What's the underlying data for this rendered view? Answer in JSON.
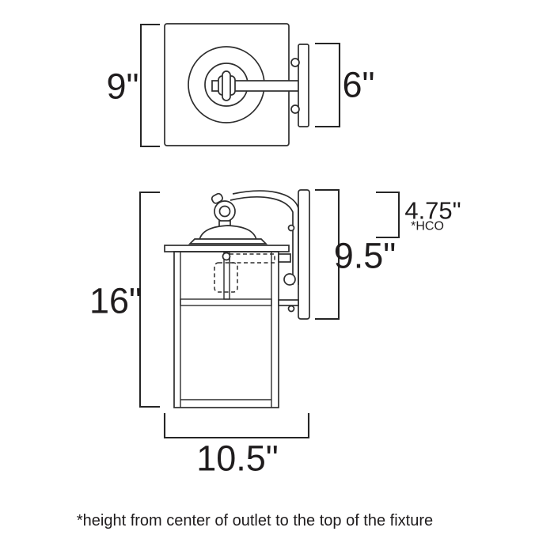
{
  "diagram": {
    "title": "wall-sconce-dimension-drawing",
    "footnote": "*height from center of outlet to the top of the fixture",
    "top_view": {
      "height_label": "9\"",
      "backplate_label": "6\""
    },
    "side_view": {
      "height_label": "16\"",
      "hco_label": "4.75\"",
      "hco_note": "*HCO",
      "backplate_height_label": "9.5\"",
      "width_label": "10.5\""
    },
    "colors": {
      "line": "#2e2e2e",
      "text": "#1f1c1d",
      "background": "#ffffff"
    }
  }
}
